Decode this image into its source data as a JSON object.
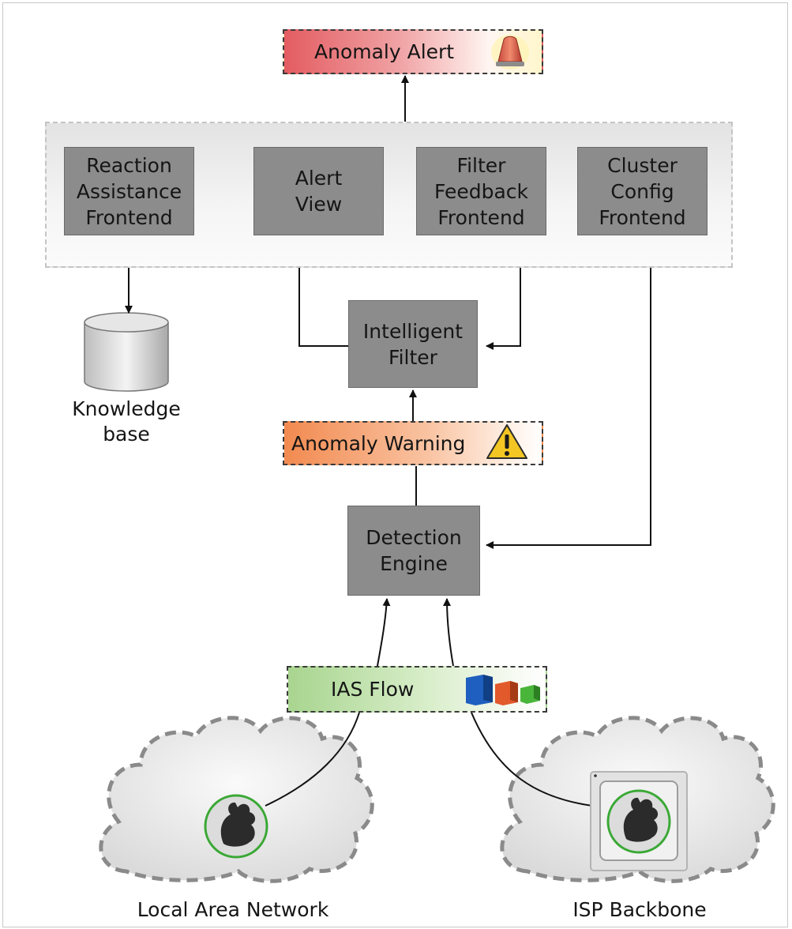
{
  "alerts": {
    "anomaly_alert": "Anomaly Alert",
    "anomaly_warning": "Anomaly Warning",
    "ias_flow": "IAS Flow"
  },
  "frontends": {
    "reaction_assistance": "Reaction\nAssistance\nFrontend",
    "alert_view": "Alert\nView",
    "filter_feedback": "Filter\nFeedback\nFrontend",
    "cluster_config": "Cluster\nConfig\nFrontend"
  },
  "core": {
    "intelligent_filter": "Intelligent\nFilter",
    "detection_engine": "Detection\nEngine"
  },
  "storage": {
    "knowledge_base": "Knowledge\nbase"
  },
  "networks": {
    "lan": "Local Area Network",
    "isp": "ISP Backbone"
  },
  "icons": {
    "alarm": "alarm-light-icon",
    "warning": "warning-triangle-icon",
    "flow": "bar-cubes-icon",
    "squirrel": "squirrel-probe-icon",
    "appliance": "probe-appliance-icon",
    "database": "database-cylinder-icon"
  },
  "colors": {
    "box_fill": "#8c8c8c",
    "alert_red": "#e35c61",
    "warning_orange": "#f28a50",
    "flow_green": "#a8d58f",
    "probe_ring": "#3aa835"
  }
}
